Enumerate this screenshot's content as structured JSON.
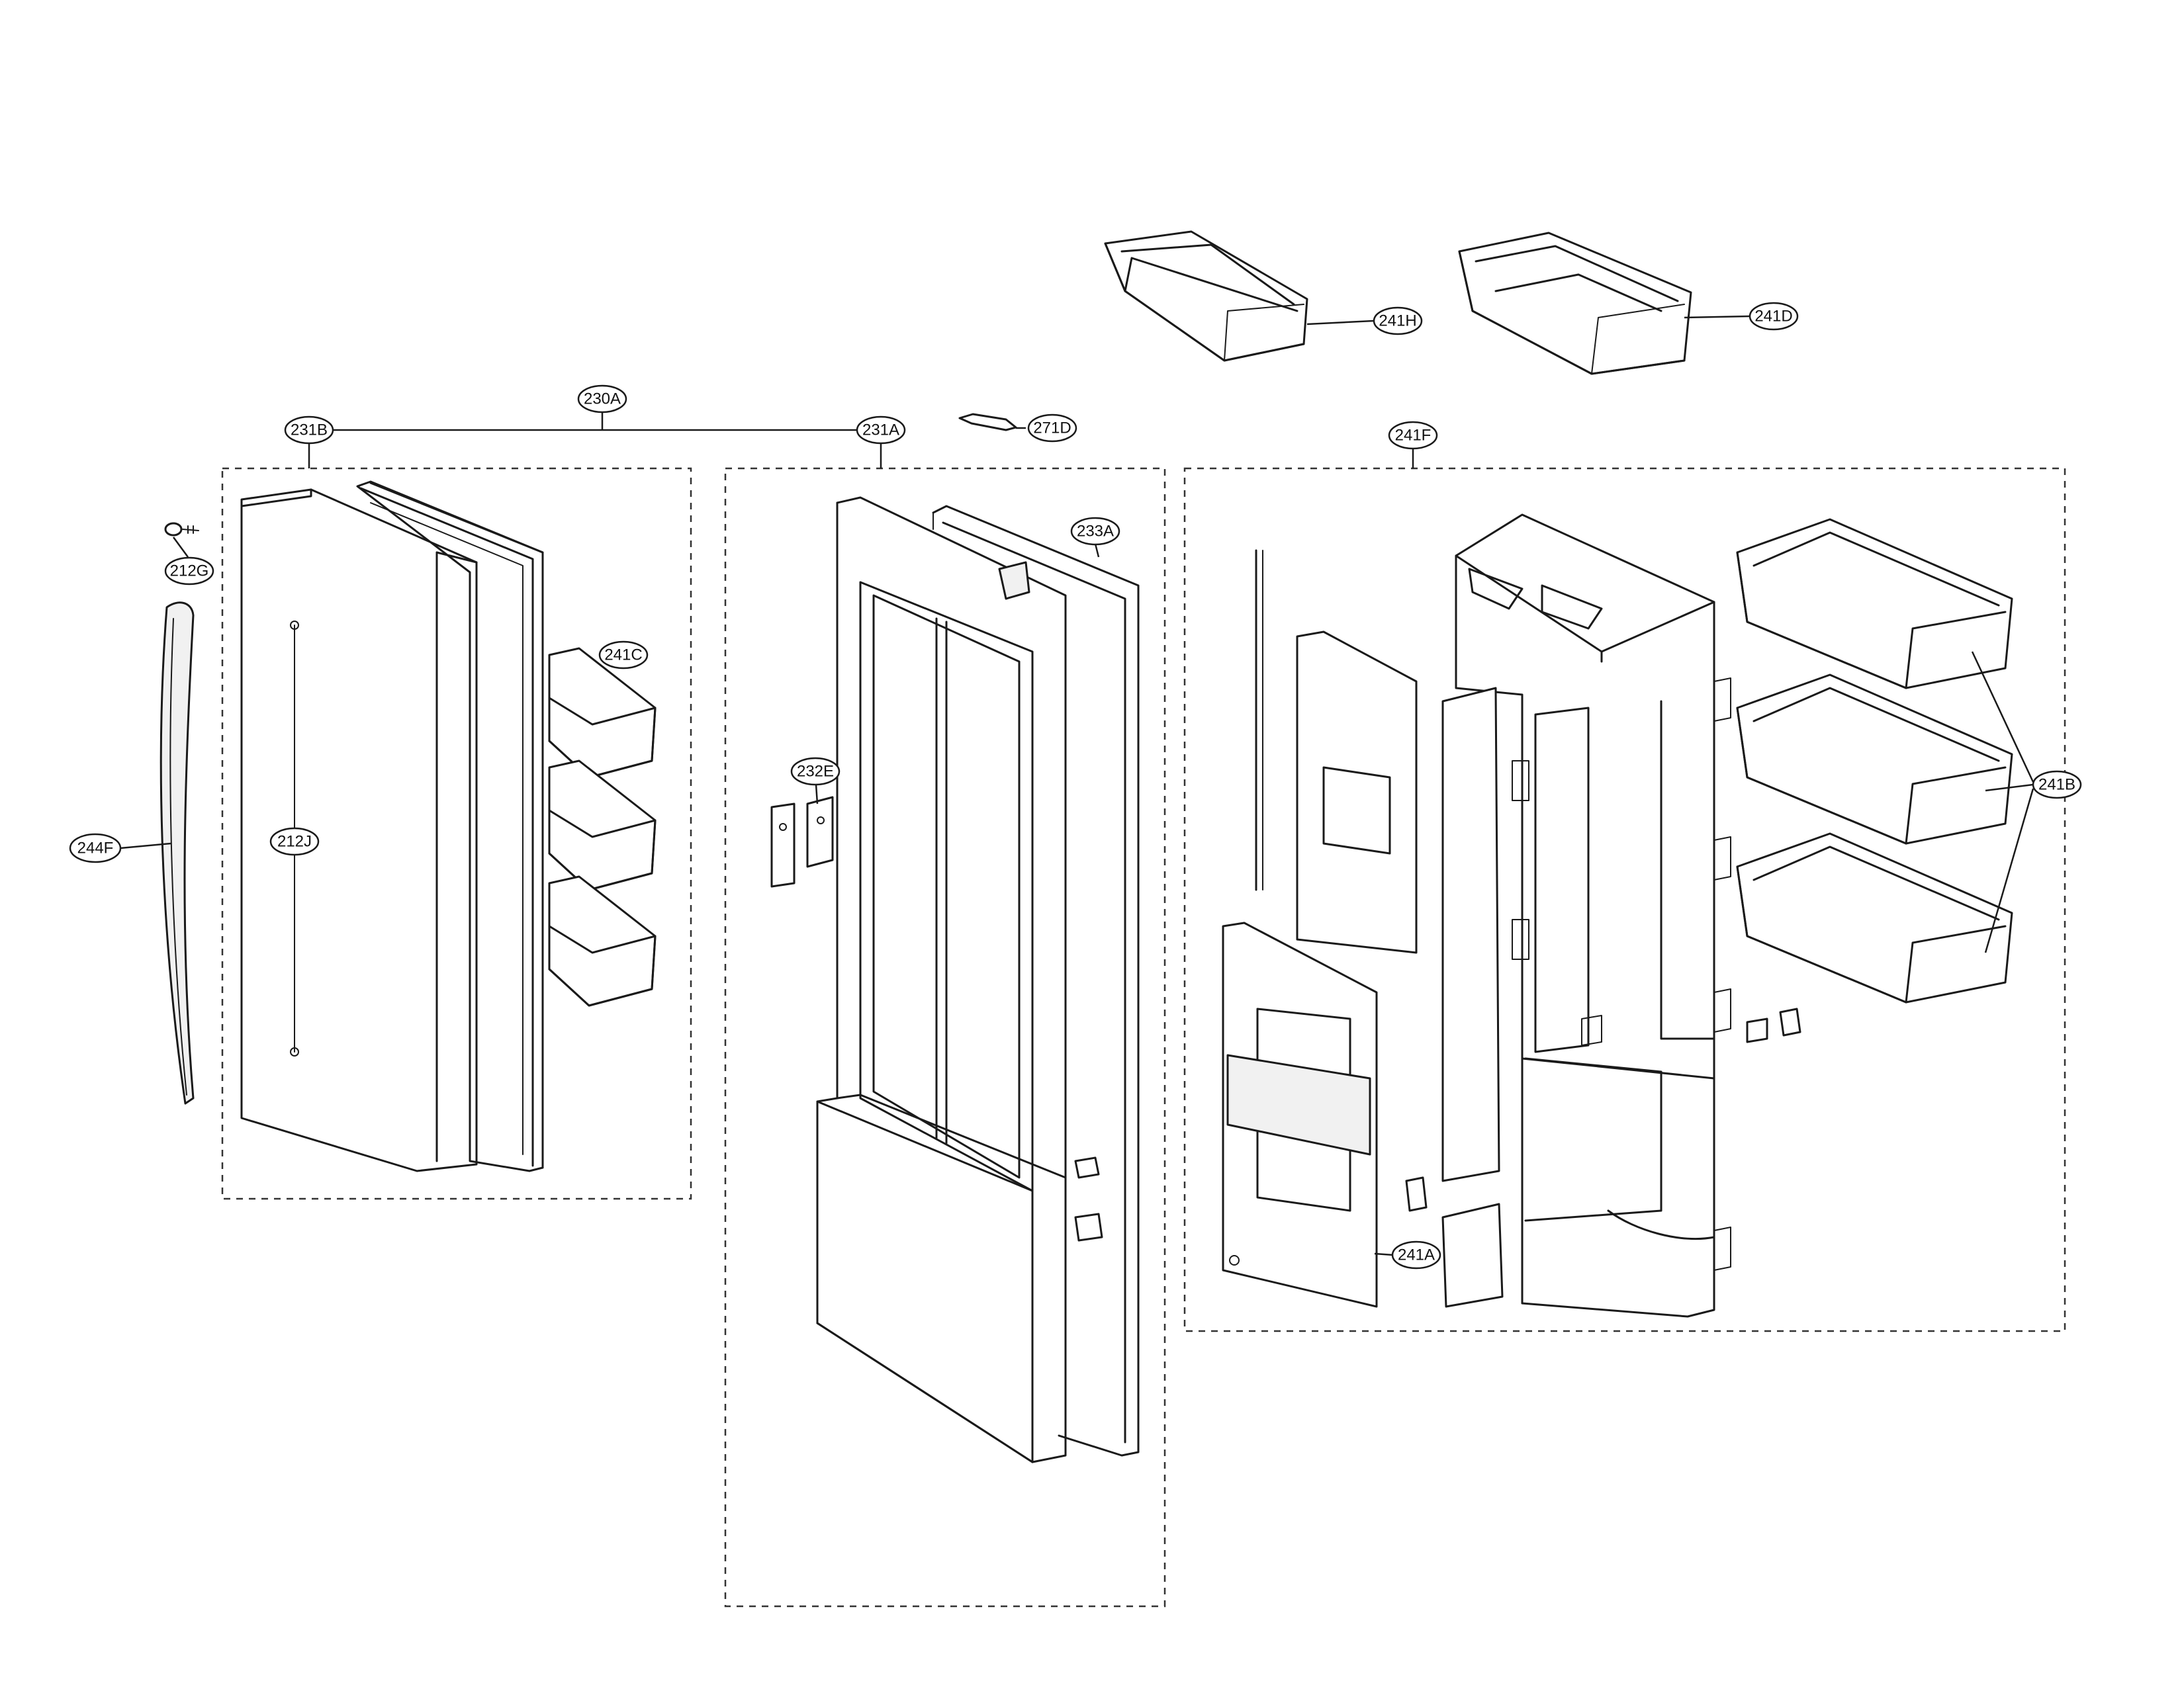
{
  "callouts": {
    "c230A": "230A",
    "c231B": "231B",
    "c231A": "231A",
    "c271D": "271D",
    "c241H": "241H",
    "c241D": "241D",
    "c241F": "241F",
    "c212G": "212G",
    "c244F": "244F",
    "c212J": "212J",
    "c241C": "241C",
    "c233A": "233A",
    "c232E": "232E",
    "c241B": "241B",
    "c241A": "241A"
  }
}
